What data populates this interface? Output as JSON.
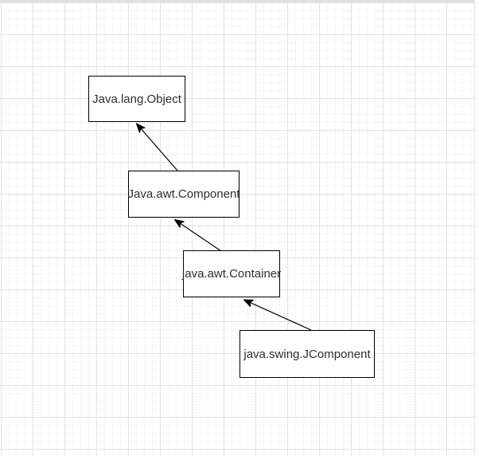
{
  "diagram": {
    "type": "class-hierarchy",
    "nodes": [
      {
        "id": "object",
        "label": "Java.lang.Object"
      },
      {
        "id": "component",
        "label": "Java.awt.Component"
      },
      {
        "id": "container",
        "label": "java.awt.Container"
      },
      {
        "id": "jcomponent",
        "label": "java.swing.JComponent"
      }
    ],
    "edges": [
      {
        "from": "Java.awt.Component",
        "to": "Java.lang.Object",
        "arrow": "to"
      },
      {
        "from": "java.awt.Container",
        "to": "Java.awt.Component",
        "arrow": "to"
      },
      {
        "from": "java.swing.JComponent",
        "to": "java.awt.Container",
        "arrow": "to"
      }
    ],
    "colors": {
      "canvas_bg": "#ffffff",
      "grid_minor": "#f5f5f5",
      "grid_major": "#e2e2e2",
      "node_fill": "#ffffff",
      "node_border": "#000000",
      "edge_color": "#000000",
      "text_color": "#2d2d2d",
      "chrome_strip": "#e0e0e0"
    }
  }
}
